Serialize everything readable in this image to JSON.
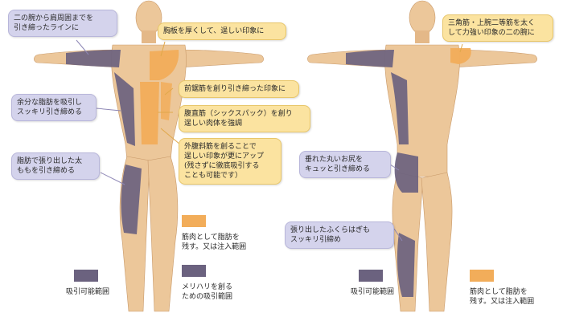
{
  "colors": {
    "skin": "#ecc79a",
    "skin_shadow": "#d9ad7c",
    "liposuction": "#6b627f",
    "fat_injection": "#f2ad5a",
    "callout_purple_bg": "#d4d3ec",
    "callout_orange_bg": "#fbe3a0"
  },
  "front_figure": {
    "callouts": {
      "arm": "二の腕から肩周囲までを\n引き締ったラインに",
      "chest": "胸板を厚くして、逞しい印象に",
      "serratus": "前鋸筋を創り引き締った印象に",
      "abs": "腹直筋（シックスパック）を創り\n逞しい肉体を強調",
      "flank": "余分な脂肪を吸引し\nスッキリ引き締める",
      "obliques": "外腹斜筋を創ることで\n逞しい印象が更にアップ\n(残さずに徹底吸引する\nことも可能です）",
      "thigh": "脂肪で張り出した太\nももを引き締める"
    },
    "legend": {
      "muscle_fat_label": "筋肉として脂肪を\n残す。又は注入範囲",
      "contour_label": "メリハリを創る\nための吸引範囲",
      "suction_label": "吸引可能範囲"
    }
  },
  "back_figure": {
    "callouts": {
      "deltoid": "三角筋・上腕二等筋を太く\nして力強い印象の二の腕に",
      "buttocks": "垂れた丸いお尻を\nキュッと引き締める",
      "calf": "張り出したふくらはぎも\nスッキリ引締め"
    },
    "legend": {
      "suction_label": "吸引可能範囲",
      "muscle_fat_label": "筋肉として脂肪を\n残す。又は注入範囲"
    }
  }
}
